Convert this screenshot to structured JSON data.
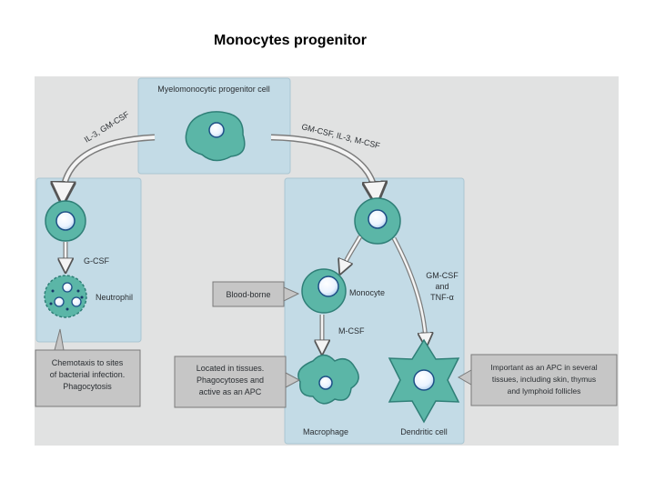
{
  "title": "Monocytes progenitor",
  "diagram": {
    "progenitor_label": "Myelomonocytic progenitor cell",
    "left_arrow_label": "IL-3, GM-CSF",
    "right_arrow_label": "GM-CSF, IL-3, M-CSF",
    "g_csf": "G-CSF",
    "neutrophil": "Neutrophil",
    "neutrophil_note": [
      "Chemotaxis to sites",
      "of bacterial infection.",
      "Phagocytosis"
    ],
    "blood_borne": "Blood-borne",
    "monocyte": "Monocyte",
    "gm_csf_tnf": [
      "GM-CSF",
      "and",
      "TNF-α"
    ],
    "m_csf": "M-CSF",
    "macrophage": "Macrophage",
    "dendritic_cell": "Dendritic cell",
    "macrophage_note": [
      "Located in tissues.",
      "Phagocytoses and",
      "active as an APC"
    ],
    "dendritic_note": [
      "Important as an APC in several",
      "tissues, including skin, thymus",
      "and lymphoid follicles"
    ]
  },
  "colors": {
    "background": "#e1e2e2",
    "panel": "#c3dbe6",
    "cell_fill": "#5bb6a7",
    "cell_stroke": "#2f7f77",
    "note_box": "#c6c6c6"
  }
}
